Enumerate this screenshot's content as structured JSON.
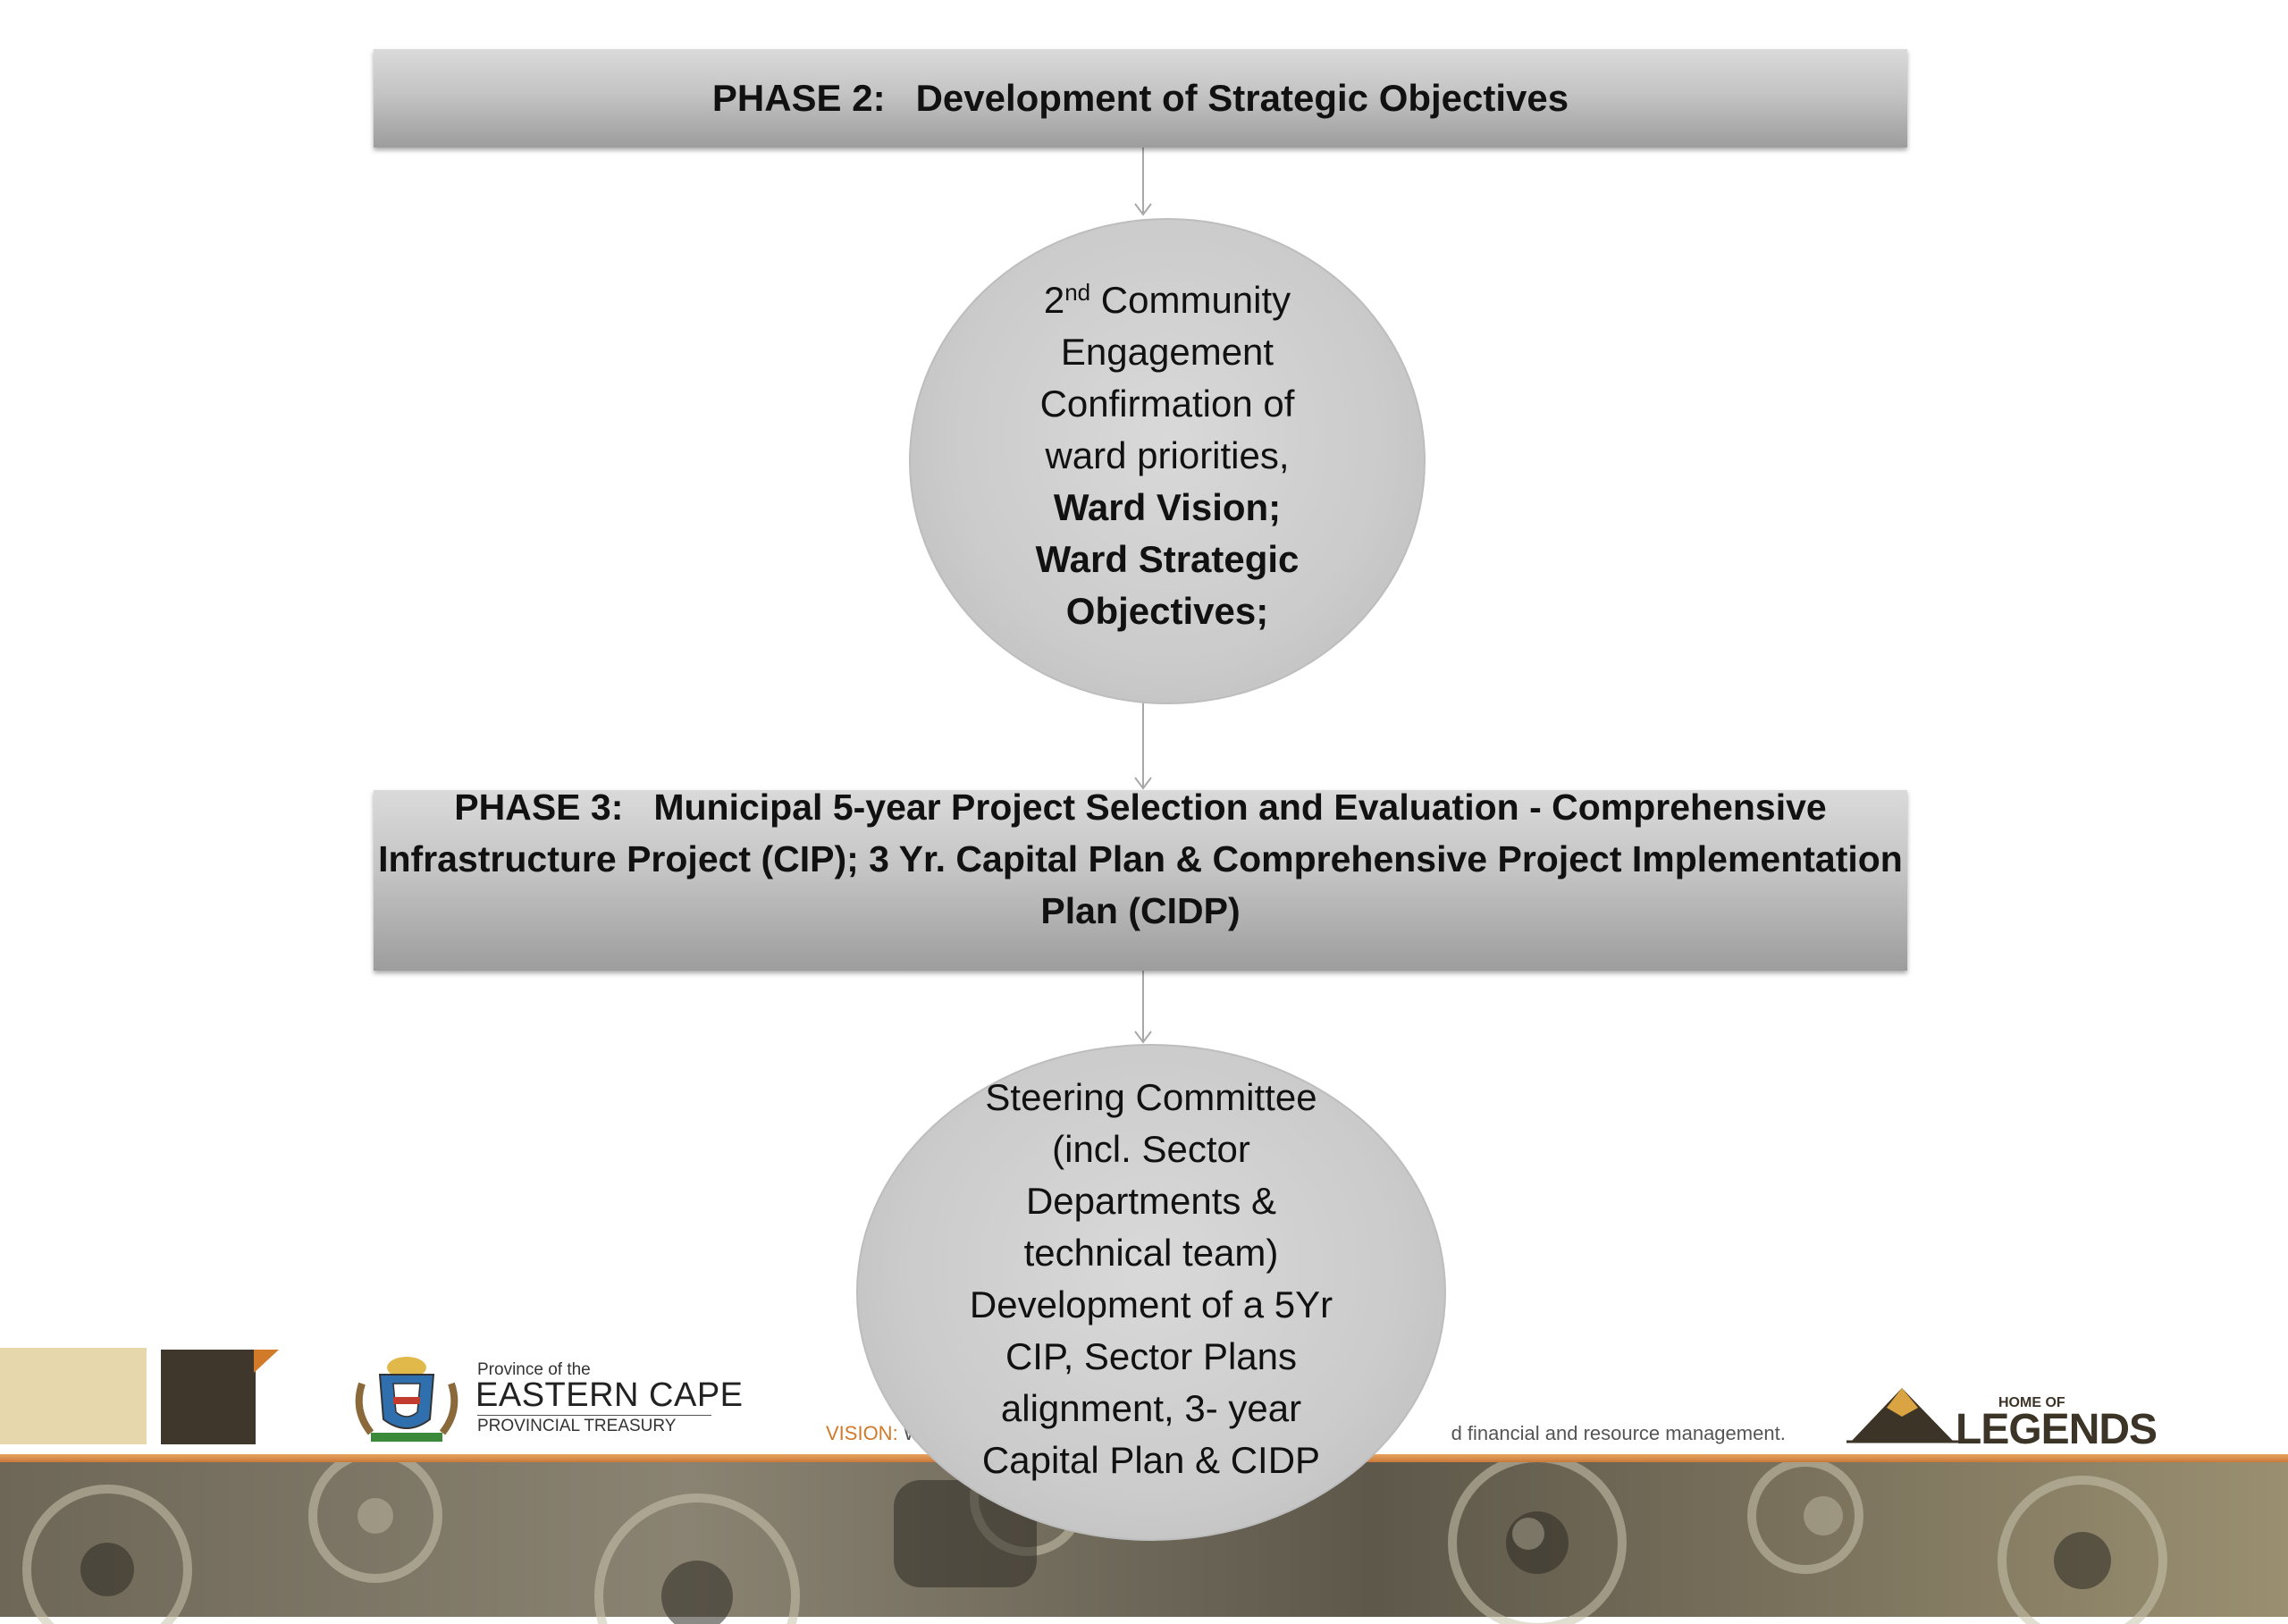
{
  "phase2": {
    "label": "PHASE 2:",
    "title": "Development of Strategic Objectives"
  },
  "node1": {
    "lines": [
      "Community",
      "Engagement",
      "Confirmation of",
      "ward priorities,"
    ],
    "ordinal": "2",
    "ordinal_suffix": "nd",
    "bold_lines": [
      "Ward Vision;",
      "Ward Strategic",
      "Objectives;"
    ]
  },
  "phase3": {
    "label": "PHASE 3:",
    "line1": "Municipal 5-year Project Selection and Evaluation - Comprehensive",
    "line2": "Infrastructure Project (CIP); 3 Yr. Capital Plan & Comprehensive Project Implementation",
    "line3": "Plan (CIDP)"
  },
  "node2": {
    "lines": [
      "Steering Committee",
      "(incl. Sector",
      "Departments &",
      "technical team)",
      "Development of a 5Yr",
      "CIP, Sector Plans",
      "alignment, 3- year",
      "Capital Plan & CIDP"
    ]
  },
  "footer": {
    "province_small": "Province of the",
    "province_name": "EASTERN CAPE",
    "treasury": "PROVINCIAL TREASURY",
    "vision_label": "VISION:",
    "vision_start": "W",
    "vision_end": "d financial and resource management.",
    "legends_small": "HOME OF",
    "legends_big": "LEGENDS",
    "colors": {
      "accent_orange": "#d07a2a",
      "beige": "#e6d7ad",
      "dark_brown": "#3f372b"
    }
  }
}
